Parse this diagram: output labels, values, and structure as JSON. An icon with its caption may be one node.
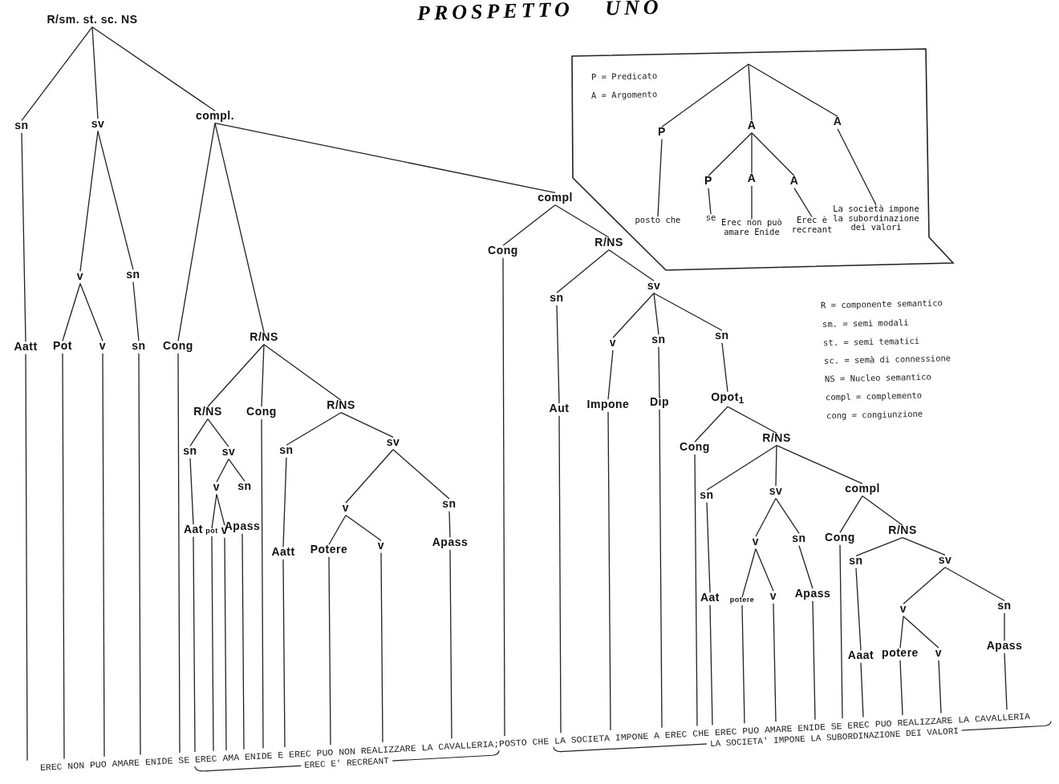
{
  "diagram": {
    "title": "PROSPETTO UNO",
    "nodes": [
      {
        "text": [
          "R/sm. st. sc. NS"
        ]
      },
      {
        "text": [
          "sn"
        ]
      },
      {
        "text": [
          "sv"
        ]
      },
      {
        "text": [
          "compl."
        ]
      },
      {
        "text": [
          "v"
        ]
      },
      {
        "text": [
          "sn"
        ]
      },
      {
        "text": [
          "Aatt"
        ]
      },
      {
        "text": [
          "Pot"
        ]
      },
      {
        "text": [
          "v"
        ]
      },
      {
        "text": [
          "sn"
        ]
      },
      {
        "text": [
          "Cong"
        ]
      },
      {
        "text": [
          "R/NS"
        ]
      },
      {
        "text": [
          "R/NS"
        ]
      },
      {
        "text": [
          "Cong"
        ]
      },
      {
        "text": [
          "R/NS"
        ]
      },
      {
        "text": [
          "sn"
        ]
      },
      {
        "text": [
          "sv"
        ]
      },
      {
        "text": [
          "v"
        ]
      },
      {
        "text": [
          "sn"
        ]
      },
      {
        "text": [
          "Aat"
        ]
      },
      {
        "text": [
          "pot"
        ]
      },
      {
        "text": [
          "v"
        ]
      },
      {
        "text": [
          "Apass"
        ]
      },
      {
        "text": [
          "sn"
        ]
      },
      {
        "text": [
          "sv"
        ]
      },
      {
        "text": [
          "v"
        ]
      },
      {
        "text": [
          "sn"
        ]
      },
      {
        "text": [
          "Aatt"
        ]
      },
      {
        "text": [
          "Potere"
        ]
      },
      {
        "text": [
          "v"
        ]
      },
      {
        "text": [
          "Apass"
        ]
      },
      {
        "text": [
          "compl"
        ]
      },
      {
        "text": [
          "Cong"
        ]
      },
      {
        "text": [
          "R/NS"
        ]
      },
      {
        "text": [
          "sn"
        ]
      },
      {
        "text": [
          "sv"
        ]
      },
      {
        "text": [
          "Aut"
        ]
      },
      {
        "text": [
          "v"
        ]
      },
      {
        "text": [
          "sn"
        ]
      },
      {
        "text": [
          "sn"
        ]
      },
      {
        "text": [
          "Impone"
        ]
      },
      {
        "text": [
          "Dip"
        ]
      },
      {
        "text": [
          "Opot$_{1}$"
        ]
      },
      {
        "text": [
          "Cong"
        ]
      },
      {
        "text": [
          "R/NS"
        ]
      },
      {
        "text": [
          "sn"
        ]
      },
      {
        "text": [
          "sv"
        ]
      },
      {
        "text": [
          "compl"
        ]
      },
      {
        "text": [
          "v"
        ]
      },
      {
        "text": [
          "sn"
        ]
      },
      {
        "text": [
          "Aat"
        ]
      },
      {
        "text": [
          "potere"
        ]
      },
      {
        "text": [
          "v"
        ]
      },
      {
        "text": [
          "Apass"
        ]
      },
      {
        "text": [
          "Cong"
        ]
      },
      {
        "text": [
          "R/NS"
        ]
      },
      {
        "text": [
          "sn"
        ]
      },
      {
        "text": [
          "sv"
        ]
      },
      {
        "text": [
          "v"
        ]
      },
      {
        "text": [
          "sn"
        ]
      },
      {
        "text": [
          "Aaat"
        ]
      },
      {
        "text": [
          "potere"
        ]
      },
      {
        "text": [
          "v"
        ]
      },
      {
        "text": [
          "Apass"
        ]
      },
      {
        "text": [],
        "shape": "box"
      },
      {
        "text": [
          "P"
        ],
        "in": 64
      },
      {
        "text": [
          "A"
        ],
        "in": 64
      },
      {
        "text": [
          "A"
        ],
        "in": 64
      },
      {
        "text": [
          "posto che"
        ],
        "in": 64
      },
      {
        "text": [
          "P"
        ],
        "in": 64
      },
      {
        "text": [
          "A"
        ],
        "in": 64
      },
      {
        "text": [
          "A"
        ],
        "in": 64
      },
      {
        "text": [
          "se"
        ],
        "in": 64
      },
      {
        "text": [
          "Erec non può amare Enide"
        ],
        "in": 64
      },
      {
        "text": [
          "Erec è recreant"
        ],
        "in": 64
      },
      {
        "text": [
          "La società impone la subordinazione dei valori"
        ],
        "in": 64
      },
      {
        "text": [
          "EREC NON PUO AMARE ENIDE SE EREC AMA ENIDE E EREC PUO NON REALIZZARE LA CAVALLERIA;POSTO CHE LA SOCIETA IMPONE A EREC CHE EREC PUO AMARE ENIDE SE EREC PUO REALIZZARE LA CAVALLERIA"
        ]
      }
    ],
    "edges": [
      {
        "from": 0,
        "to": 1,
        "arrow": "none"
      },
      {
        "from": 0,
        "to": 2,
        "arrow": "none"
      },
      {
        "from": 0,
        "to": 3,
        "arrow": "none"
      },
      {
        "from": 1,
        "to": 6,
        "arrow": "none"
      },
      {
        "from": 2,
        "to": 4,
        "arrow": "none"
      },
      {
        "from": 2,
        "to": 5,
        "arrow": "none"
      },
      {
        "from": 3,
        "to": 10,
        "arrow": "none"
      },
      {
        "from": 3,
        "to": 11,
        "arrow": "none"
      },
      {
        "from": 3,
        "to": 31,
        "arrow": "none"
      },
      {
        "from": 4,
        "to": 7,
        "arrow": "none"
      },
      {
        "from": 4,
        "to": 8,
        "arrow": "none"
      },
      {
        "from": 5,
        "to": 9,
        "arrow": "none"
      },
      {
        "from": 11,
        "to": 12,
        "arrow": "none"
      },
      {
        "from": 11,
        "to": 13,
        "arrow": "none"
      },
      {
        "from": 11,
        "to": 14,
        "arrow": "none"
      },
      {
        "from": 12,
        "to": 15,
        "arrow": "none"
      },
      {
        "from": 12,
        "to": 16,
        "arrow": "none"
      },
      {
        "from": 15,
        "to": 19,
        "arrow": "none"
      },
      {
        "from": 16,
        "to": 17,
        "arrow": "none"
      },
      {
        "from": 16,
        "to": 18,
        "arrow": "none"
      },
      {
        "from": 17,
        "to": 20,
        "arrow": "none"
      },
      {
        "from": 17,
        "to": 21,
        "arrow": "none"
      },
      {
        "from": 14,
        "to": 23,
        "arrow": "none"
      },
      {
        "from": 14,
        "to": 24,
        "arrow": "none"
      },
      {
        "from": 23,
        "to": 27,
        "arrow": "none"
      },
      {
        "from": 24,
        "to": 25,
        "arrow": "none"
      },
      {
        "from": 24,
        "to": 26,
        "arrow": "none"
      },
      {
        "from": 25,
        "to": 28,
        "arrow": "none"
      },
      {
        "from": 25,
        "to": 29,
        "arrow": "none"
      },
      {
        "from": 26,
        "to": 30,
        "arrow": "none"
      },
      {
        "from": 31,
        "to": 32,
        "arrow": "none"
      },
      {
        "from": 31,
        "to": 33,
        "arrow": "none"
      },
      {
        "from": 33,
        "to": 34,
        "arrow": "none"
      },
      {
        "from": 33,
        "to": 35,
        "arrow": "none"
      },
      {
        "from": 34,
        "to": 36,
        "arrow": "none"
      },
      {
        "from": 35,
        "to": 37,
        "arrow": "none"
      },
      {
        "from": 35,
        "to": 38,
        "arrow": "none"
      },
      {
        "from": 35,
        "to": 39,
        "arrow": "none"
      },
      {
        "from": 37,
        "to": 40,
        "arrow": "none"
      },
      {
        "from": 38,
        "to": 41,
        "arrow": "none"
      },
      {
        "from": 39,
        "to": 42,
        "arrow": "none"
      },
      {
        "from": 42,
        "to": 43,
        "arrow": "none"
      },
      {
        "from": 42,
        "to": 44,
        "arrow": "none"
      },
      {
        "from": 44,
        "to": 45,
        "arrow": "none"
      },
      {
        "from": 44,
        "to": 46,
        "arrow": "none"
      },
      {
        "from": 44,
        "to": 47,
        "arrow": "none"
      },
      {
        "from": 45,
        "to": 50,
        "arrow": "none"
      },
      {
        "from": 46,
        "to": 48,
        "arrow": "none"
      },
      {
        "from": 46,
        "to": 49,
        "arrow": "none"
      },
      {
        "from": 48,
        "to": 51,
        "arrow": "none"
      },
      {
        "from": 48,
        "to": 52,
        "arrow": "none"
      },
      {
        "from": 49,
        "to": 53,
        "arrow": "none"
      },
      {
        "from": 47,
        "to": 54,
        "arrow": "none"
      },
      {
        "from": 47,
        "to": 55,
        "arrow": "none"
      },
      {
        "from": 55,
        "to": 56,
        "arrow": "none"
      },
      {
        "from": 55,
        "to": 57,
        "arrow": "none"
      },
      {
        "from": 56,
        "to": 60,
        "arrow": "none"
      },
      {
        "from": 57,
        "to": 58,
        "arrow": "none"
      },
      {
        "from": 57,
        "to": 59,
        "arrow": "none"
      },
      {
        "from": 58,
        "to": 61,
        "arrow": "none"
      },
      {
        "from": 58,
        "to": 62,
        "arrow": "none"
      },
      {
        "from": 59,
        "to": 63,
        "arrow": "none"
      },
      {
        "from": null,
        "to": 65,
        "arrow": "none"
      },
      {
        "from": null,
        "to": 66,
        "arrow": "none"
      },
      {
        "from": null,
        "to": 67,
        "arrow": "none"
      },
      {
        "from": 65,
        "to": 68,
        "arrow": "none"
      },
      {
        "from": 66,
        "to": 69,
        "arrow": "none"
      },
      {
        "from": 66,
        "to": 70,
        "arrow": "none"
      },
      {
        "from": 66,
        "to": 71,
        "arrow": "none"
      },
      {
        "from": 69,
        "to": 72,
        "arrow": "none"
      },
      {
        "from": 70,
        "to": 73,
        "arrow": "none"
      },
      {
        "from": 71,
        "to": 74,
        "arrow": "none"
      },
      {
        "from": 67,
        "to": 75,
        "arrow": "none"
      },
      {
        "from": 6,
        "to": 76,
        "arrow": "none"
      },
      {
        "from": 7,
        "to": 76,
        "arrow": "none"
      },
      {
        "from": 8,
        "to": 76,
        "arrow": "none"
      },
      {
        "from": 9,
        "to": 76,
        "arrow": "none"
      },
      {
        "from": 10,
        "to": 76,
        "arrow": "none"
      },
      {
        "from": 19,
        "to": 76,
        "arrow": "none"
      },
      {
        "from": 20,
        "to": 76,
        "arrow": "none"
      },
      {
        "from": 21,
        "to": 76,
        "arrow": "none"
      },
      {
        "from": 22,
        "to": 76,
        "arrow": "none"
      },
      {
        "from": 13,
        "to": 76,
        "arrow": "none"
      },
      {
        "from": 27,
        "to": 76,
        "arrow": "none"
      },
      {
        "from": 28,
        "to": 76,
        "arrow": "none"
      },
      {
        "from": 29,
        "to": 76,
        "arrow": "none"
      },
      {
        "from": 30,
        "to": 76,
        "arrow": "none"
      },
      {
        "from": 32,
        "to": 76,
        "arrow": "none"
      },
      {
        "from": 36,
        "to": 76,
        "arrow": "none"
      },
      {
        "from": 40,
        "to": 76,
        "arrow": "none"
      },
      {
        "from": 41,
        "to": 76,
        "arrow": "none"
      },
      {
        "from": 43,
        "to": 76,
        "arrow": "none"
      },
      {
        "from": 50,
        "to": 76,
        "arrow": "none"
      },
      {
        "from": 51,
        "to": 76,
        "arrow": "none"
      },
      {
        "from": 52,
        "to": 76,
        "arrow": "none"
      },
      {
        "from": 53,
        "to": 76,
        "arrow": "none"
      },
      {
        "from": 54,
        "to": 76,
        "arrow": "none"
      },
      {
        "from": 60,
        "to": 76,
        "arrow": "none"
      },
      {
        "from": 61,
        "to": 76,
        "arrow": "none"
      },
      {
        "from": 62,
        "to": 76,
        "arrow": "none"
      },
      {
        "from": 63,
        "to": 76,
        "arrow": "none"
      }
    ],
    "labels": [
      "P = Predicato",
      "A = Argomento",
      "R = componente semantico",
      "sm. = semi modali",
      "st. = semi tematici",
      "sc. = semà di connessione",
      "NS = Nucleo semantico",
      "compl = complemento",
      "cong = congiunzione",
      "LA SOCIETA' IMPONE LA SUBORDINAZIONE DEI VALORI",
      "EREC E' RECREANT"
    ]
  }
}
